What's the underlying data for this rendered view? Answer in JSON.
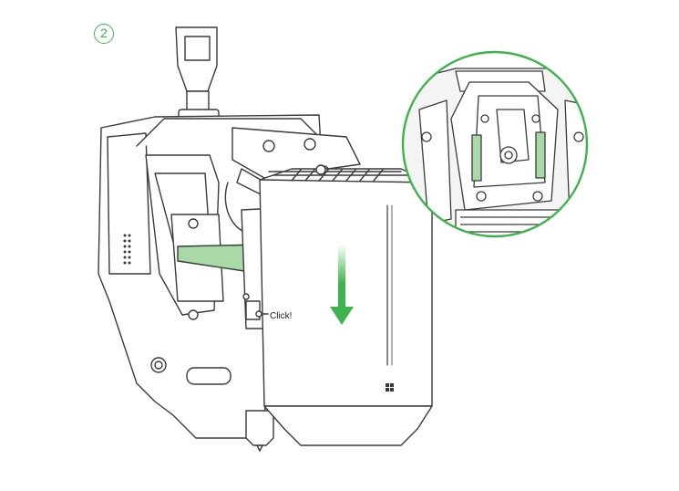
{
  "step": {
    "number": "2"
  },
  "callout": {
    "click_text": "Click!"
  },
  "colors": {
    "accent": "#3cb44b",
    "highlight_fill": "#a9d9a8",
    "line": "#3a3a3a",
    "body_fill": "#ffffff"
  },
  "icons": [
    "down-arrow-icon",
    "detail-zoom-circle"
  ]
}
